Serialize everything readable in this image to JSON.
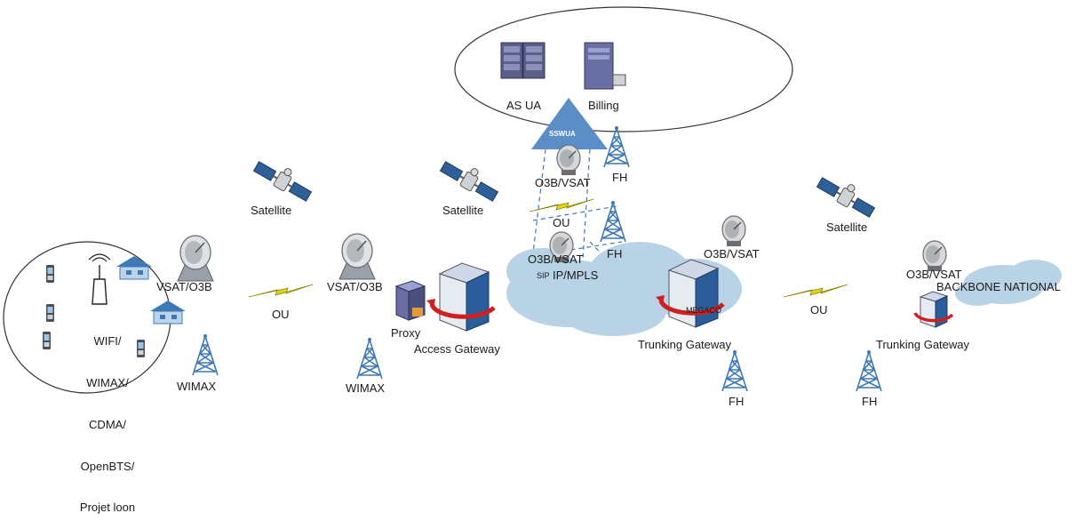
{
  "top_cluster": {
    "as_label": "AS UA",
    "billing_label": "Billing",
    "softswitch_label": "SSWUA"
  },
  "left_cluster": {
    "access_tech_lines": [
      "WIFI/",
      "WIMAX/",
      "CDMA/",
      "OpenBTS/",
      "Projet loon"
    ]
  },
  "labels": {
    "vsat_o3b_1": "VSAT/O3B",
    "vsat_o3b_2": "VSAT/O3B",
    "ou_1": "OU",
    "ou_2": "OU",
    "ou_3": "OU",
    "satellite_1": "Satellite",
    "satellite_2": "Satellite",
    "satellite_3": "Satellite",
    "o3b_vsat_1": "O3B/VSAT",
    "o3b_vsat_2": "O3B/VSAT",
    "o3b_vsat_3": "O3B/VSAT",
    "o3b_vsat_4": "O3B/VSAT",
    "fh_1": "FH",
    "fh_2": "FH",
    "fh_3": "FH",
    "fh_4": "FH",
    "wimax_1": "WIMAX",
    "wimax_2": "WIMAX",
    "proxy": "Proxy",
    "access_gateway": "Access Gateway",
    "trunking_gateway_1": "Trunking Gateway",
    "trunking_gateway_2": "Trunking Gateway",
    "ip_mpls": "IP/MPLS",
    "sip": "SIP",
    "megaco": "MEGACO",
    "backbone": "BACKBONE NATIONAL"
  },
  "colors": {
    "cloud": "#b9d3e6",
    "triangle": "#5b8ec7",
    "server_blue": "#2a5d9a",
    "arrow_red": "#d11f1f",
    "tower": "#3f79b5",
    "lightning": "#e0d21a"
  }
}
